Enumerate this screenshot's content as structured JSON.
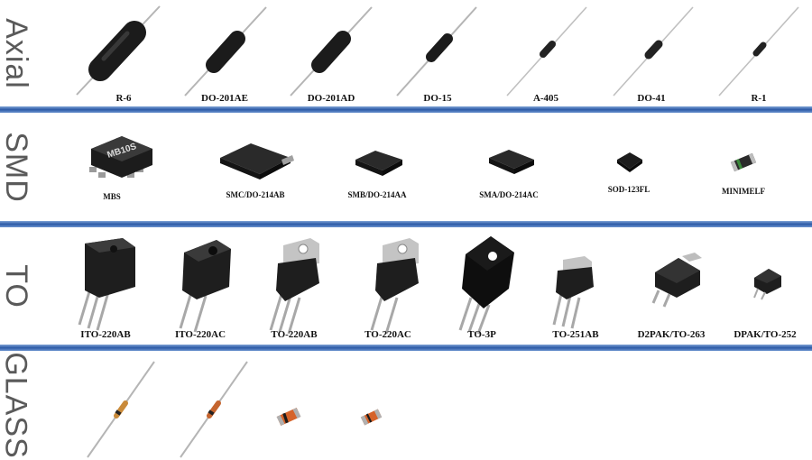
{
  "categories": {
    "axial": "Axial",
    "smd": "SMD",
    "to": "TO",
    "glass": "GLASS"
  },
  "axial": [
    "R-6",
    "DO-201AE",
    "DO-201AD",
    "DO-15",
    "A-405",
    "DO-41",
    "R-1"
  ],
  "smd": [
    "MBS",
    "SMC/DO-214AB",
    "SMB/DO-214AA",
    "SMA/DO-214AC",
    "SOD-123FL",
    "MINIMELF"
  ],
  "to": [
    "ITO-220AB",
    "ITO-220AC",
    "TO-220AB",
    "TO-220AC",
    "TO-3P",
    "TO-251AB",
    "D2PAK/TO-263",
    "DPAK/TO-252"
  ],
  "mbs_marking": "MB10S",
  "colors": {
    "band": "#2c5aa6",
    "category_text": "#5a5a5a"
  }
}
